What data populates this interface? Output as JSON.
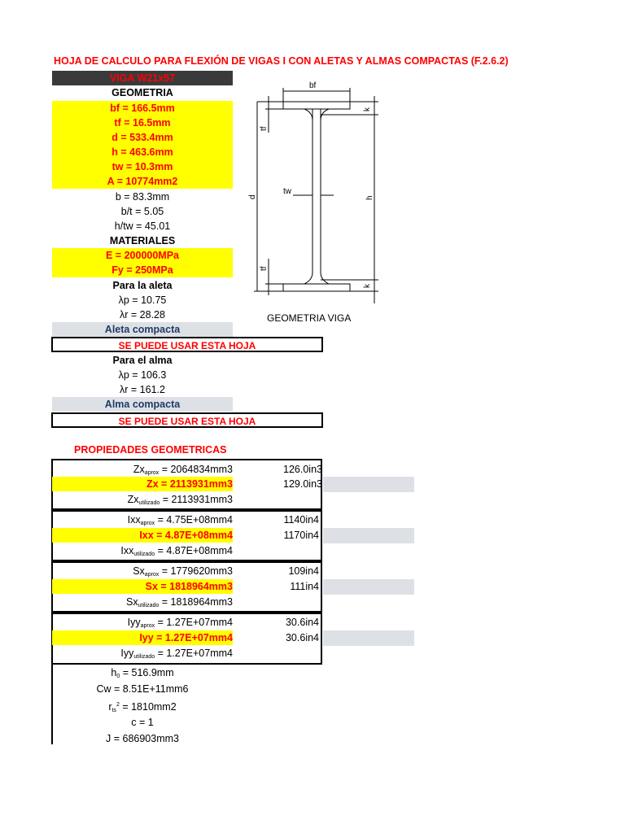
{
  "title": "HOJA DE CALCULO PARA FLEXIÓN DE VIGAS I CON ALETAS Y ALMAS COMPACTAS (F.2.6.2)",
  "beam_name": "VIGA W21x57",
  "geometry": {
    "header": "GEOMETRIA",
    "bf": "bf = 166.5mm",
    "tf": "tf = 16.5mm",
    "d": "d = 533.4mm",
    "h": "h = 463.6mm",
    "tw": "tw = 10.3mm",
    "A": "A = 10774mm2",
    "b": "b = 83.3mm",
    "bt": "b/t = 5.05",
    "htw": "h/tw = 45.01"
  },
  "materials": {
    "header": "MATERIALES",
    "E": "E = 200000MPa",
    "Fy": "Fy = 250MPa"
  },
  "flange": {
    "header": "Para la aleta",
    "lp": "λp = 10.75",
    "lr": "λr = 28.28",
    "status": "Aleta compacta",
    "message": "SE PUEDE USAR ESTA HOJA"
  },
  "web": {
    "header": "Para el alma",
    "lp": "λp = 106.3",
    "lr": "λr = 161.2",
    "status": "Alma compacta",
    "message": "SE PUEDE USAR ESTA HOJA"
  },
  "diagram": {
    "bf": "bf",
    "k_top": "k",
    "k_bottom": "k",
    "tf_top": "tf",
    "tf_bottom": "tf",
    "d": "d",
    "h": "h",
    "tw": "tw",
    "caption": "GEOMETRIA VIGA"
  },
  "props": {
    "header": "PROPIEDADES GEOMETRICAS",
    "zx_approx_sym": "Zx",
    "zx_approx_sub": "aprox",
    "zx_approx_val": " = 2064834mm3",
    "zx_approx_in": "126.0in3",
    "zx": "Zx = 2113931mm3",
    "zx_in": "129.0in3",
    "zx_used_sym": "Zx",
    "zx_used_sub": "utilizado",
    "zx_used_val": " = 2113931mm3",
    "ixx_approx_sym": "Ixx",
    "ixx_approx_sub": "aprox",
    "ixx_approx_val": " = 4.75E+08mm4",
    "ixx_approx_in": "1140in4",
    "ixx": "Ixx = 4.87E+08mm4",
    "ixx_in": "1170in4",
    "ixx_used_sym": "Ixx",
    "ixx_used_sub": "utilizado",
    "ixx_used_val": " = 4.87E+08mm4",
    "sx_approx_sym": "Sx",
    "sx_approx_sub": "aprox",
    "sx_approx_val": " = 1779620mm3",
    "sx_approx_in": "109in4",
    "sx": "Sx = 1818964mm3",
    "sx_in": "111in4",
    "sx_used_sym": "Sx",
    "sx_used_sub": "utilizado",
    "sx_used_val": " = 1818964mm3",
    "iyy_approx_sym": "Iyy",
    "iyy_approx_sub": "aprox",
    "iyy_approx_val": " = 1.27E+07mm4",
    "iyy_approx_in": "30.6in4",
    "iyy": "Iyy = 1.27E+07mm4",
    "iyy_in": "30.6in4",
    "iyy_used_sym": "Iyy",
    "iyy_used_sub": "utilizado",
    "iyy_used_val": " = 1.27E+07mm4",
    "h0_sym": "h",
    "h0_sub": "0",
    "h0_val": " = 516.9mm",
    "cw": "Cw = 8.51E+11mm6",
    "rts_sym": "r",
    "rts_sub": "ts",
    "rts_sup": "2",
    "rts_val": " = 1810mm2",
    "c": "c = 1",
    "J": "J = 686903mm3"
  }
}
